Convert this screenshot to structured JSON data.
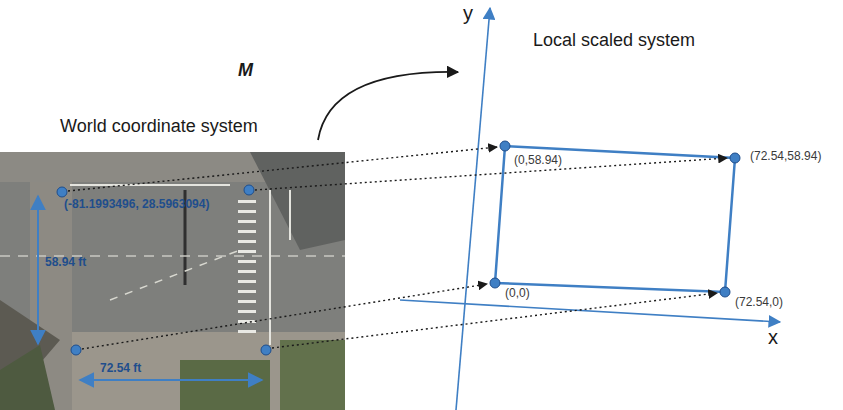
{
  "diagram": {
    "labels": [
      "y",
      "Local scaled system",
      "M",
      "World coordinate system",
      "(-81.1993496, 28.5963094)",
      "58.94 ft",
      "72.54 ft",
      "(0,58.94)",
      "(72.54,58.94)",
      "(0,0)",
      "(72.54,0)",
      "x"
    ]
  }
}
